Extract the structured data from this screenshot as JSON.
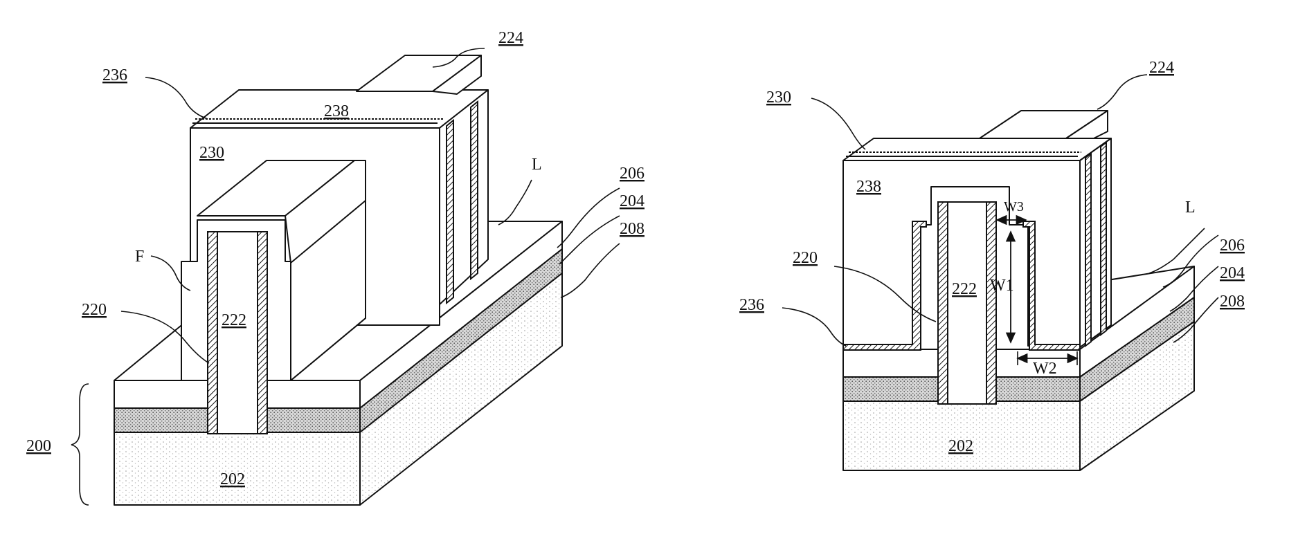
{
  "left_figure": {
    "labels": {
      "l224": "224",
      "l236": "236",
      "l238": "238",
      "l230": "230",
      "lL": "L",
      "l206": "206",
      "l204": "204",
      "l208": "208",
      "lF": "F",
      "l220": "220",
      "l222": "222",
      "l200": "200",
      "l202": "202"
    }
  },
  "right_figure": {
    "labels": {
      "l230": "230",
      "l224": "224",
      "l238": "238",
      "lW3": "W3",
      "lL": "L",
      "l206": "206",
      "l204": "204",
      "l208": "208",
      "l220": "220",
      "l222": "222",
      "lW1": "W1",
      "l236": "236",
      "lW2": "W2",
      "l202": "202"
    }
  }
}
